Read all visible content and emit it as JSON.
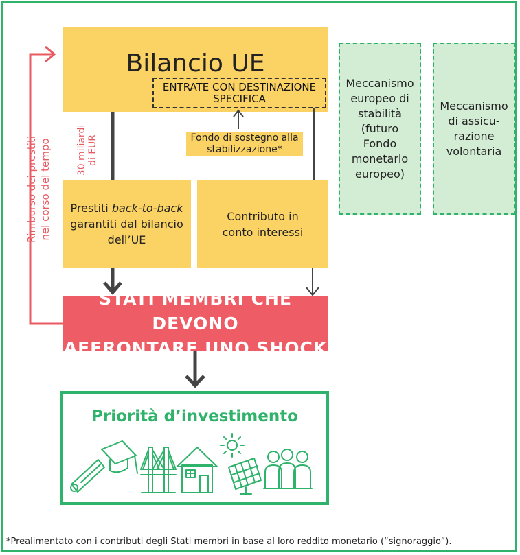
{
  "budget_title": "Bilancio UE",
  "earmarked_revenue": "ENTRATE CON DESTINAZIONE SPECIFICA",
  "esm_box": "Meccanismo europeo di stabilità (futuro Fondo monetario europeo)",
  "insurance_box": "Meccanismo di assicu-razione volontaria",
  "billions_label_line1": "30 miliardi",
  "billions_label_line2": "di EUR",
  "stabilisation_fund": "Fondo di sostegno alla stabilizzazione*",
  "loans_box_prefix": "Prestiti ",
  "loans_box_italic": "back-to-back",
  "loans_box_suffix": " garantiti dal bilancio dell’UE",
  "interest_box": "Contributo in conto interessi",
  "repayment_line1": "Rimborso dei prestiti",
  "repayment_line2": "nel corso del tempo",
  "member_states_line1": "STATI MEMBRI CHE DEVONO",
  "member_states_line2": "AFFRONTARE UNO SHOCK",
  "investment_title": "Priorità d’investimento",
  "icons": [
    "graduation-cap-diploma-icon",
    "bridge-icon",
    "house-icon",
    "solar-panel-icon",
    "family-icon"
  ],
  "footnote": "*Prealimentato con i contributi degli Stati membri in base al loro reddito monetario (“signoraggio”).",
  "colors": {
    "green": "#2fb36b",
    "yellow": "#fbd364",
    "red": "#ee5c66",
    "light_green": "#d3ecd4",
    "arrow_dark": "#444444"
  }
}
